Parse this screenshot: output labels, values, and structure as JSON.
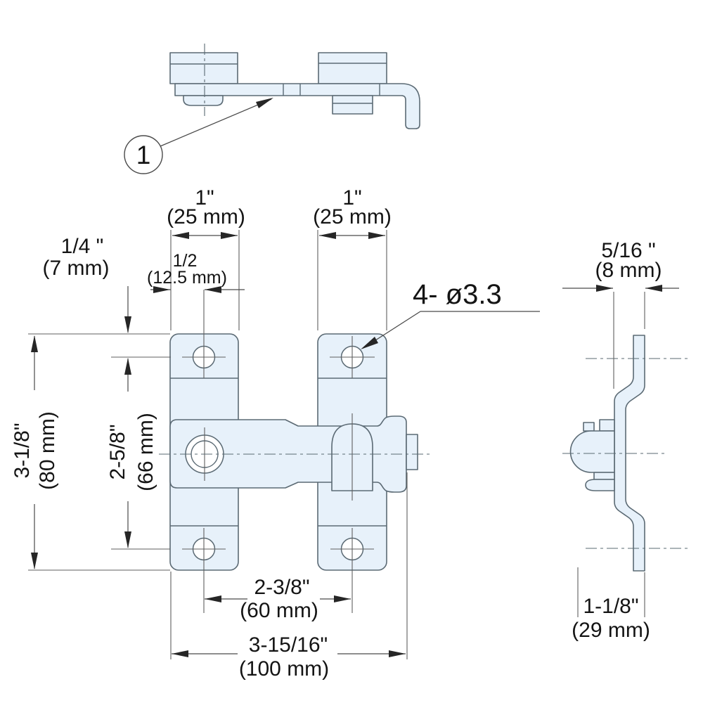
{
  "colors": {
    "part_fill": "#e7f1fa",
    "part_outline": "#5b6a74",
    "dimension_lines": "#4a4a4a",
    "text": "#141414",
    "background": "#ffffff"
  },
  "drawing": {
    "balloon": {
      "label": "1"
    },
    "hole_callout": "4- ø3.3",
    "dimensions": {
      "pad_width_left": {
        "in": "1\"",
        "mm": "(25 mm)"
      },
      "pad_width_right": {
        "in": "1\"",
        "mm": "(25 mm)"
      },
      "edge_to_hole": {
        "in": "1/2",
        "mm": "(12.5 mm)"
      },
      "top_to_hole": {
        "in": "1/4 \"",
        "mm": "(7 mm)"
      },
      "plate_height": {
        "in": "3-1/8\"",
        "mm": "(80 mm)"
      },
      "hole_pitch_vert": {
        "in": "2-5/8\"",
        "mm": "(66 mm)"
      },
      "hole_pitch_horiz": {
        "in": "2-3/8\"",
        "mm": "(60 mm)"
      },
      "overall_width": {
        "in": "3-15/16\"",
        "mm": "(100 mm)"
      },
      "flange_offset": {
        "in": "5/16 \"",
        "mm": "(8 mm)"
      },
      "overall_depth": {
        "in": "1-1/8\"",
        "mm": "(29 mm)"
      }
    }
  }
}
